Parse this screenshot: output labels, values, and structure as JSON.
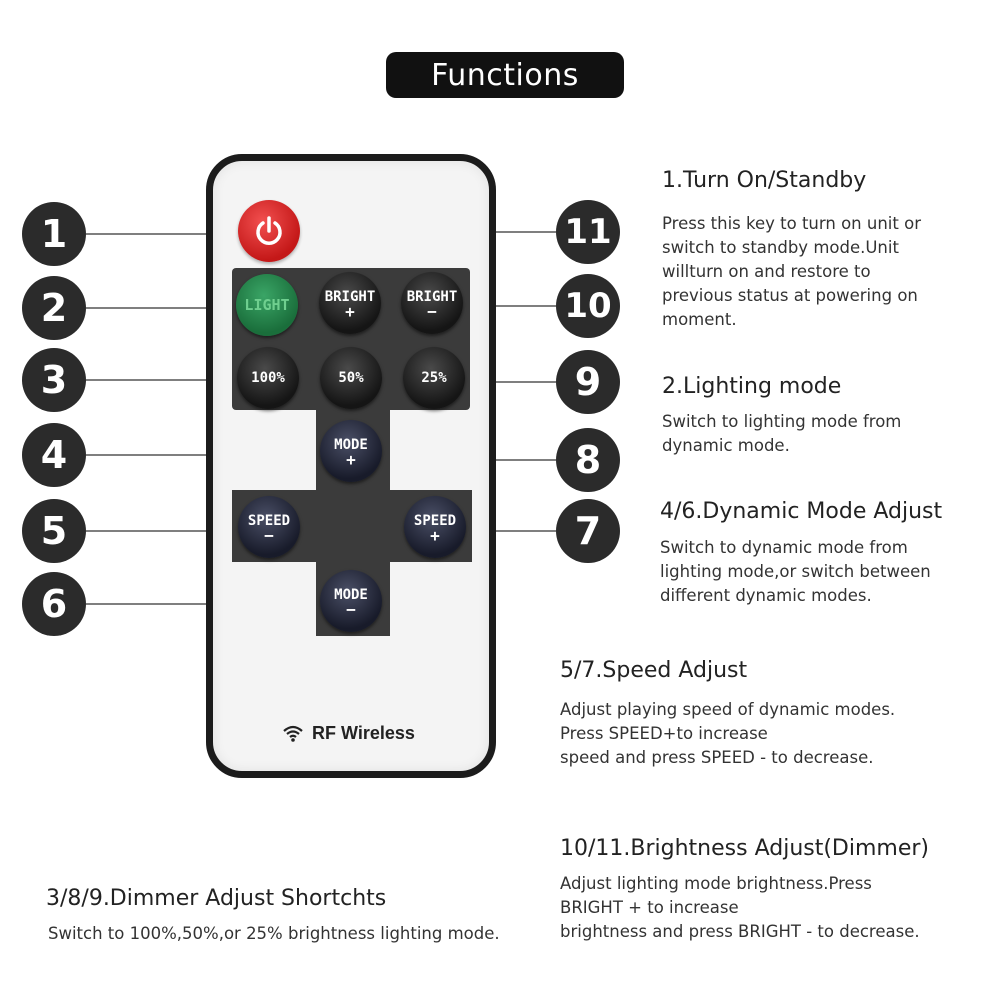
{
  "title": "Functions",
  "callout_numbers": [
    "1",
    "2",
    "3",
    "4",
    "5",
    "6",
    "7",
    "8",
    "9",
    "10",
    "11"
  ],
  "remote": {
    "power_icon": "power-icon",
    "buttons": {
      "light": "LIGHT",
      "bright_plus": {
        "label": "BRIGHT",
        "sign": "+"
      },
      "bright_minus": {
        "label": "BRIGHT",
        "sign": "−"
      },
      "b100": "100%",
      "b50": "50%",
      "b25": "25%",
      "mode_plus": {
        "label": "MODE",
        "sign": "+"
      },
      "speed_minus": {
        "label": "SPEED",
        "sign": "−"
      },
      "speed_plus": {
        "label": "SPEED",
        "sign": "+"
      },
      "mode_minus": {
        "label": "MODE",
        "sign": "−"
      }
    },
    "rf_label": "RF Wireless",
    "rf_icon": "wifi-icon"
  },
  "sections": {
    "s1": {
      "heading": "1.Turn On/Standby",
      "lines": [
        "Press this key to turn on unit or",
        "switch to standby mode.Unit",
        "willturn on and restore to",
        "previous status at powering on",
        "moment."
      ]
    },
    "s2": {
      "heading": "2.Lighting mode",
      "lines": [
        "Switch to lighting mode from",
        "dynamic mode."
      ]
    },
    "s46": {
      "heading": "4/6.Dynamic Mode Adjust",
      "lines": [
        "Switch to dynamic mode from",
        "lighting mode,or switch between",
        "different dynamic modes."
      ]
    },
    "s57": {
      "heading": "5/7.Speed Adjust",
      "lines": [
        "Adjust playing speed of dynamic modes.",
        "Press SPEED+to increase",
        "speed and press SPEED - to decrease."
      ]
    },
    "s1011": {
      "heading": "10/11.Brightness Adjust(Dimmer)",
      "lines": [
        "Adjust lighting mode brightness.Press",
        "BRIGHT + to increase",
        "brightness and press BRIGHT - to decrease."
      ]
    },
    "s389": {
      "heading": "3/8/9.Dimmer Adjust Shortchts",
      "lines": [
        "Switch to 100%,50%,or 25% brightness lighting mode."
      ]
    }
  },
  "colors": {
    "power": "#d42020",
    "light_button": "#1f7a43",
    "panel": "#3b3b3b",
    "badge": "#2b2b2b"
  }
}
